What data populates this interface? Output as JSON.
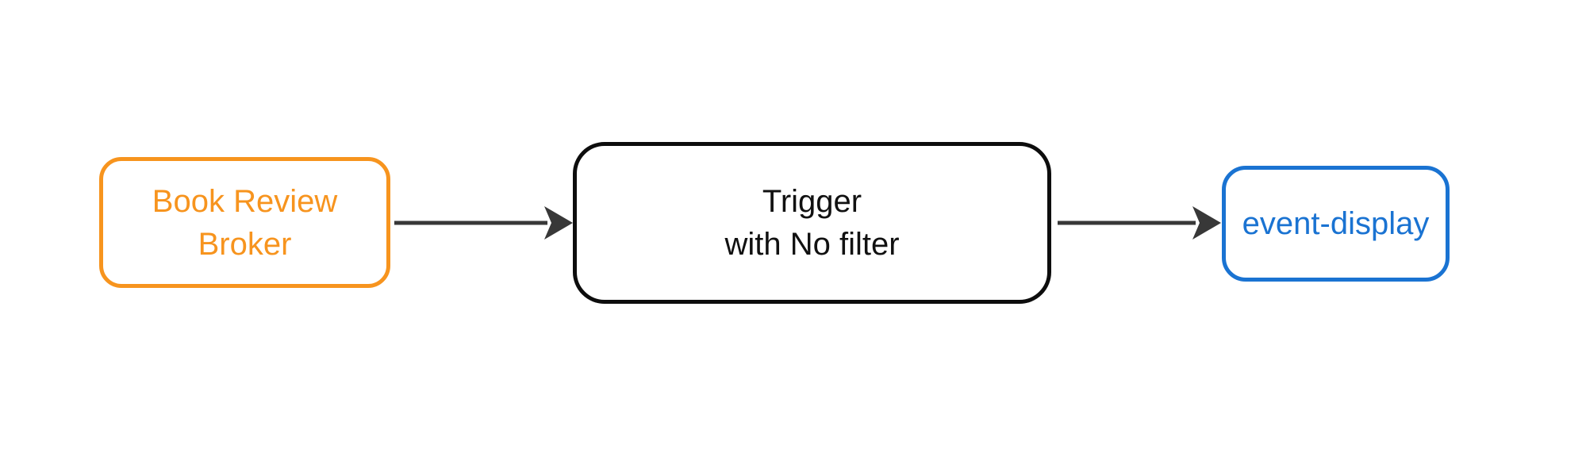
{
  "page": {
    "background": "#ffffff",
    "kind": "eventing-flowchart"
  },
  "flowchart": {
    "nodes": [
      {
        "id": "book-review-broker",
        "lines": [
          "Book Review",
          "Broker"
        ],
        "border_color": "#f7941e",
        "text_color": "#f7941e",
        "shape": "rounded-rect"
      },
      {
        "id": "trigger",
        "lines": [
          "Trigger",
          "with No filter"
        ],
        "border_color": "#0d0d0d",
        "text_color": "#111111",
        "shape": "rounded-rect"
      },
      {
        "id": "event-display",
        "lines": [
          "event-display"
        ],
        "border_color": "#1a73d2",
        "text_color": "#1a73d2",
        "shape": "rounded-rect"
      }
    ],
    "edges": [
      {
        "from": "book-review-broker",
        "to": "trigger",
        "style": "solid-arrow"
      },
      {
        "from": "trigger",
        "to": "event-display",
        "style": "solid-arrow"
      }
    ],
    "arrow_color": "#383838"
  }
}
